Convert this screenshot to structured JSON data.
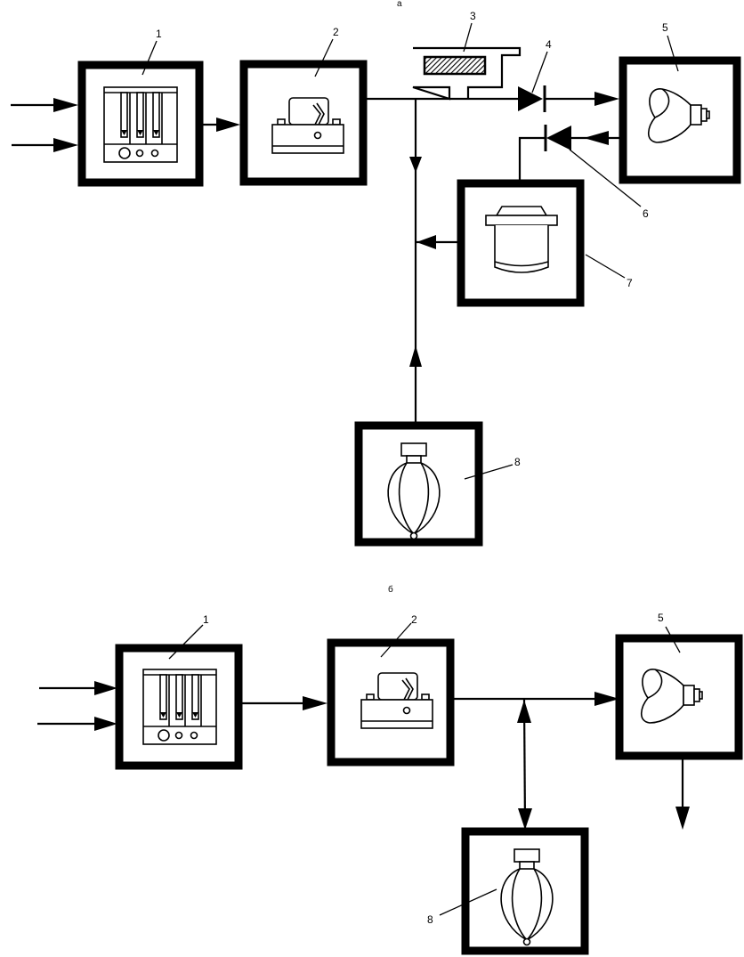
{
  "diagram": {
    "title": "Anesthesia breathing circuit schematics",
    "sections": [
      {
        "id": "a",
        "label": "a",
        "components": [
          {
            "number": "1",
            "name": "flowmeter-block",
            "icon": "flowmeter-icon"
          },
          {
            "number": "2",
            "name": "vaporizer",
            "icon": "vaporizer-icon"
          },
          {
            "number": "3",
            "name": "pressure-relief-valve",
            "icon": "valve-icon"
          },
          {
            "number": "4",
            "name": "inspiratory-check-valve",
            "icon": "check-valve-icon"
          },
          {
            "number": "5",
            "name": "face-mask",
            "icon": "face-mask-icon"
          },
          {
            "number": "6",
            "name": "expiratory-check-valve",
            "icon": "check-valve-icon"
          },
          {
            "number": "7",
            "name": "co2-absorber",
            "icon": "canister-icon"
          },
          {
            "number": "8",
            "name": "reservoir-bag",
            "icon": "breathing-bag-icon"
          }
        ]
      },
      {
        "id": "b",
        "label": "б",
        "components": [
          {
            "number": "1",
            "name": "flowmeter-block",
            "icon": "flowmeter-icon"
          },
          {
            "number": "2",
            "name": "vaporizer",
            "icon": "vaporizer-icon"
          },
          {
            "number": "5",
            "name": "face-mask",
            "icon": "face-mask-icon"
          },
          {
            "number": "8",
            "name": "reservoir-bag",
            "icon": "breathing-bag-icon"
          }
        ]
      }
    ]
  }
}
